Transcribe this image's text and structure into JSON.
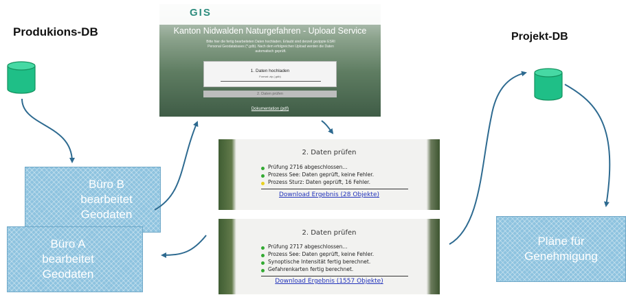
{
  "headings": {
    "produktion": "Produkions-DB",
    "projekt": "Projekt-DB"
  },
  "boxes": {
    "buero_b": [
      "Büro B",
      "bearbeitet",
      "Geodaten"
    ],
    "buero_a": [
      "Büro A",
      "bearbeitet",
      "Geodaten"
    ],
    "plaene": [
      "Pläne für",
      "Genehmigung"
    ]
  },
  "upload_service": {
    "logo": "GIS",
    "title": "Kanton Nidwalden Naturgefahren - Upload Service",
    "description": "Bitte hier die fertig bearbeiteten Daten hochladen. Erlaubt sind derzeit gezippte ESRI Personal Geodatabases (*.gdb). Nach dem erfolgreichen Upload werden die Daten automatisch geprüft.",
    "step1_label": "1. Daten hochladen",
    "step1_format": "Format: zip (.gdb)",
    "step2_label": "2. Daten prüfen",
    "documentation": "Dokumentation (pdf)"
  },
  "result_panels": [
    {
      "title": "2. Daten prüfen",
      "lines": [
        {
          "text": "Prüfung 2716 abgeschlossen...",
          "status_color": "#33aa33"
        },
        {
          "text": "Prozess See: Daten geprüft, keine Fehler.",
          "status_color": "#33aa33"
        },
        {
          "text": "Prozess Sturz: Daten geprüft, 16 Fehler.",
          "status_color": "#e8d020"
        }
      ],
      "download": "Download Ergebnis (28 Objekte)"
    },
    {
      "title": "2. Daten prüfen",
      "lines": [
        {
          "text": "Prüfung 2717 abgeschlossen...",
          "status_color": "#33aa33"
        },
        {
          "text": "Prozess See: Daten geprüft, keine Fehler.",
          "status_color": "#33aa33"
        },
        {
          "text": "Synoptische Intensität fertig berechnet.",
          "status_color": "#33aa33"
        },
        {
          "text": "Gefahrenkarten fertig berechnet.",
          "status_color": "#33aa33"
        }
      ],
      "download": "Download Ergebnis (1557 Objekte)"
    }
  ],
  "colors": {
    "database": "#1fbf87",
    "arrow": "#2d6a90",
    "box_fill": "#8ec3df"
  }
}
